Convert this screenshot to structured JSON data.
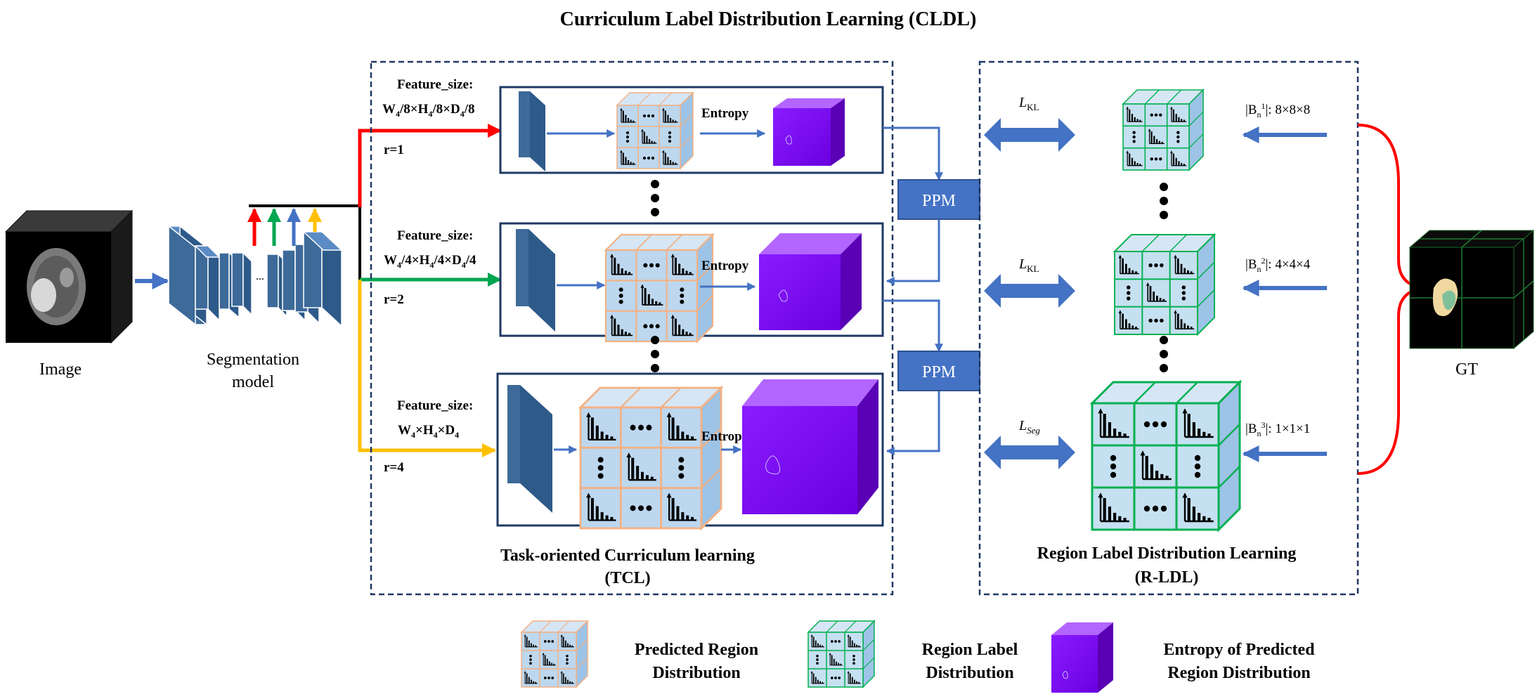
{
  "title": "Curriculum Label Distribution Learning (CLDL)",
  "input": {
    "label": "Image"
  },
  "model": {
    "label_line1": "Segmentation",
    "label_line2": "model",
    "ellipsis": "..."
  },
  "gt": {
    "label": "GT"
  },
  "tcl": {
    "title_line1": "Task-oriented Curriculum learning",
    "title_line2": "(TCL)",
    "rows": [
      {
        "feature_label": "Feature_size:",
        "size_parts": [
          "W",
          "4",
          "/8×H",
          "4",
          "/8×D",
          "4",
          "/8"
        ],
        "r_label": "r=1",
        "entropy_label": "Entropy",
        "color": "#ff0000"
      },
      {
        "feature_label": "Feature_size:",
        "size_parts": [
          "W",
          "4",
          "/4×H",
          "4",
          "/4×D",
          "4",
          "/4"
        ],
        "r_label": "r=2",
        "entropy_label": "Entropy",
        "color": "#00a650"
      },
      {
        "feature_label": "Feature_size:",
        "size_parts": [
          "W",
          "4",
          "×H",
          "4",
          "×D",
          "4",
          ""
        ],
        "r_label": "r=4",
        "entropy_label": "Entropy",
        "color": "#ffc000"
      }
    ]
  },
  "ppm": {
    "label": "PPM"
  },
  "rldl": {
    "title_line1": "Region Label  Distribution Learning",
    "title_line2": "(R-LDL)",
    "rows": [
      {
        "loss": "L",
        "loss_sub": "KL",
        "bin_prefix": "|B",
        "bin_sub": "n",
        "bin_sup": "1",
        "bin_suffix": "|: 8×8×8"
      },
      {
        "loss": "L",
        "loss_sub": "KL",
        "bin_prefix": "|B",
        "bin_sub": "n",
        "bin_sup": "2",
        "bin_suffix": "|: 4×4×4"
      },
      {
        "loss": "L",
        "loss_sub": "Seg",
        "bin_prefix": "|B",
        "bin_sub": "n",
        "bin_sup": "3",
        "bin_suffix": "|: 1×1×1"
      }
    ]
  },
  "legend": {
    "predicted_line1": "Predicted Region",
    "predicted_line2": "Distribution",
    "label_line1": "Region Label",
    "label_line2": "Distribution",
    "entropy_line1": "Entropy of Predicted",
    "entropy_line2": "Region Distribution"
  },
  "colors": {
    "arrow_blue": "#4472c4",
    "block_blue": "#3d6a99",
    "frame_navy": "#1f3864",
    "orange_cube": "#f4b183",
    "green_cube": "#00b050",
    "cube_fill": "#bdd7ee",
    "purple": "#7f00ff",
    "ppm_fill": "#4472c4",
    "red": "#ff0000",
    "green": "#00a650",
    "yellow": "#ffc000"
  }
}
